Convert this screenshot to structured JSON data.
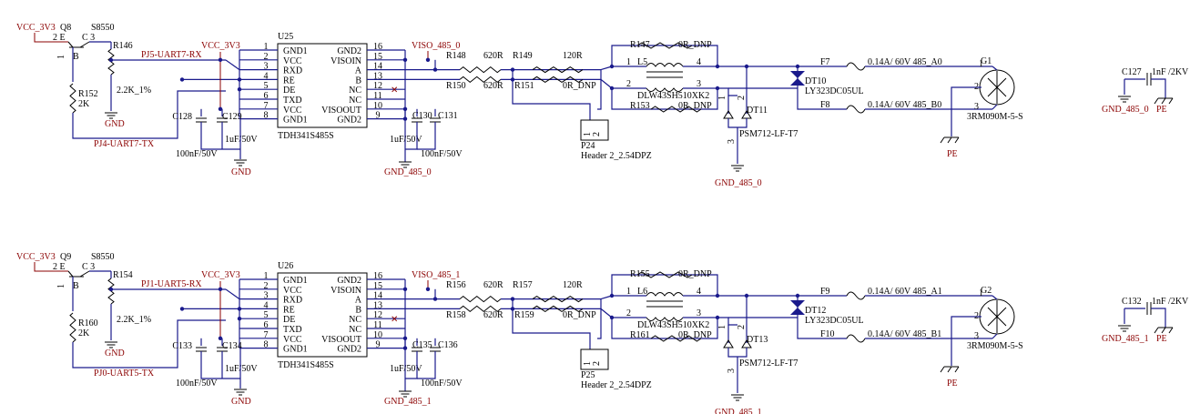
{
  "channels": [
    {
      "vcc_transistor": "VCC_3V3",
      "q": "Q8",
      "q_part": "S8550",
      "pin2e": "2 E",
      "pin3c": "C 3",
      "pinb": "B",
      "pin1": "1",
      "r_top": "R146",
      "r_top_val": "2.2K_1%",
      "r_base": "R152",
      "r_base_val": "2K",
      "net_rx": "PJ5-UART7-RX",
      "net_tx": "PJ4-UART7-TX",
      "vcc_chip": "VCC_3V3",
      "chip": "U25",
      "chip_part": "TDH341S485S",
      "left_pins": [
        "1",
        "2",
        "3",
        "4",
        "5",
        "6",
        "7",
        "8"
      ],
      "left_names": [
        "GND1",
        "VCC",
        "RXD",
        "RE",
        "DE",
        "TXD",
        "VCC",
        "GND1"
      ],
      "right_pins": [
        "16",
        "15",
        "14",
        "13",
        "12",
        "11",
        "10",
        "9"
      ],
      "right_names": [
        "GND2",
        "VISOIN",
        "A",
        "B",
        "NC",
        "NC",
        "VISOOUT",
        "GND2"
      ],
      "c_a": "C128",
      "c_b": "C129",
      "c_a_val": "100nF/50V",
      "c_b_val": "1uF/50V",
      "gnd": "GND",
      "viso": "VISO_485_0",
      "c_c": "C130",
      "c_d": "C131",
      "c_c_val": "1uF/50V",
      "c_d_val": "100nF/50V",
      "gnd_iso": "GND_485_0",
      "r_a": "R148",
      "r_a_val": "620R",
      "r_b": "R149",
      "r_b_val": "120R",
      "r_c": "R150",
      "r_c_val": "620R",
      "r_d": "R151",
      "r_d_val": "0R_DNP",
      "hdr": "P24",
      "hdr_part": "Header 2_2.54DPZ",
      "hdr_p1": "1",
      "hdr_p2": "2",
      "r_e": "R147",
      "r_e_val": "0R_DNP",
      "r_f": "R153",
      "r_f_val": "0R_DNP",
      "choke": "L5",
      "choke_part": "DLW43SH510XK2",
      "ch1": "1",
      "ch2": "2",
      "ch3": "3",
      "ch4": "4",
      "tvs": "DT10",
      "tvs_part": "LY323DC05UL",
      "tvs2": "DT11",
      "tvs2_part": "PSM712-LF-T7",
      "tvs2_p1": "1",
      "tvs2_p2": "2",
      "tvs2_p3": "3",
      "fa": "F7",
      "fa_val": "0.14A/ 60V 485_A0",
      "fb": "F8",
      "fb_val": "0.14A/ 60V 485_B0",
      "conn": "G1",
      "conn_part": "3RM090M-5-S",
      "cp1": "1",
      "cp2": "2",
      "cp3": "3",
      "pe": "PE",
      "c_pe": "C127",
      "c_pe_val": "1nF /2KV",
      "c_pe_gnd": "GND_485_0",
      "c_pe_pe": "PE"
    },
    {
      "vcc_transistor": "VCC_3V3",
      "q": "Q9",
      "q_part": "S8550",
      "pin2e": "2 E",
      "pin3c": "C 3",
      "pinb": "B",
      "pin1": "1",
      "r_top": "R154",
      "r_top_val": "2.2K_1%",
      "r_base": "R160",
      "r_base_val": "2K",
      "net_rx": "PJ1-UART5-RX",
      "net_tx": "PJ0-UART5-TX",
      "vcc_chip": "VCC_3V3",
      "chip": "U26",
      "chip_part": "TDH341S485S",
      "left_pins": [
        "1",
        "2",
        "3",
        "4",
        "5",
        "6",
        "7",
        "8"
      ],
      "left_names": [
        "GND1",
        "VCC",
        "RXD",
        "RE",
        "DE",
        "TXD",
        "VCC",
        "GND1"
      ],
      "right_pins": [
        "16",
        "15",
        "14",
        "13",
        "12",
        "11",
        "10",
        "9"
      ],
      "right_names": [
        "GND2",
        "VISOIN",
        "A",
        "B",
        "NC",
        "NC",
        "VISOOUT",
        "GND2"
      ],
      "c_a": "C133",
      "c_b": "C134",
      "c_a_val": "100nF/50V",
      "c_b_val": "1uF/50V",
      "gnd": "GND",
      "viso": "VISO_485_1",
      "c_c": "C135",
      "c_d": "C136",
      "c_c_val": "1uF/50V",
      "c_d_val": "100nF/50V",
      "gnd_iso": "GND_485_1",
      "r_a": "R156",
      "r_a_val": "620R",
      "r_b": "R157",
      "r_b_val": "120R",
      "r_c": "R158",
      "r_c_val": "620R",
      "r_d": "R159",
      "r_d_val": "0R_DNP",
      "hdr": "P25",
      "hdr_part": "Header 2_2.54DPZ",
      "hdr_p1": "1",
      "hdr_p2": "2",
      "r_e": "R155",
      "r_e_val": "0R_DNP",
      "r_f": "R161",
      "r_f_val": "0R_DNP",
      "choke": "L6",
      "choke_part": "DLW43SH510XK2",
      "ch1": "1",
      "ch2": "2",
      "ch3": "3",
      "ch4": "4",
      "tvs": "DT12",
      "tvs_part": "LY323DC05UL",
      "tvs2": "DT13",
      "tvs2_part": "PSM712-LF-T7",
      "tvs2_p1": "1",
      "tvs2_p2": "2",
      "tvs2_p3": "3",
      "fa": "F9",
      "fa_val": "0.14A/ 60V 485_A1",
      "fb": "F10",
      "fb_val": "0.14A/ 60V 485_B1",
      "conn": "G2",
      "conn_part": "3RM090M-5-S",
      "cp1": "1",
      "cp2": "2",
      "cp3": "3",
      "pe": "PE",
      "c_pe": "C132",
      "c_pe_val": "1nF /2KV",
      "c_pe_gnd": "GND_485_1",
      "c_pe_pe": "PE"
    }
  ],
  "colors": {
    "wire": "#1a1a8c",
    "power": "#8b0000",
    "part": "#000000"
  }
}
